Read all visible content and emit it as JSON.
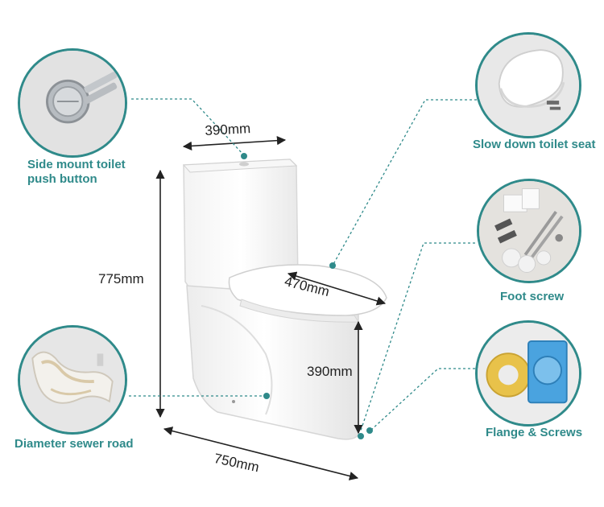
{
  "colors": {
    "accent": "#2f8a8a",
    "dimension_line": "#222222",
    "porcelain": "#ffffff"
  },
  "callouts": {
    "push_button": {
      "line1": "Side mount toilet",
      "line2": "push button"
    },
    "toilet_seat": {
      "label": "Slow down toilet seat"
    },
    "foot_screw": {
      "label": "Foot screw"
    },
    "sewer": {
      "label": "Diameter sewer road"
    },
    "flange": {
      "label": "Flange & Screws"
    }
  },
  "dimensions": {
    "tank_width": "390mm",
    "height": "775mm",
    "seat_width": "470mm",
    "bowl_height": "390mm",
    "length": "750mm"
  }
}
